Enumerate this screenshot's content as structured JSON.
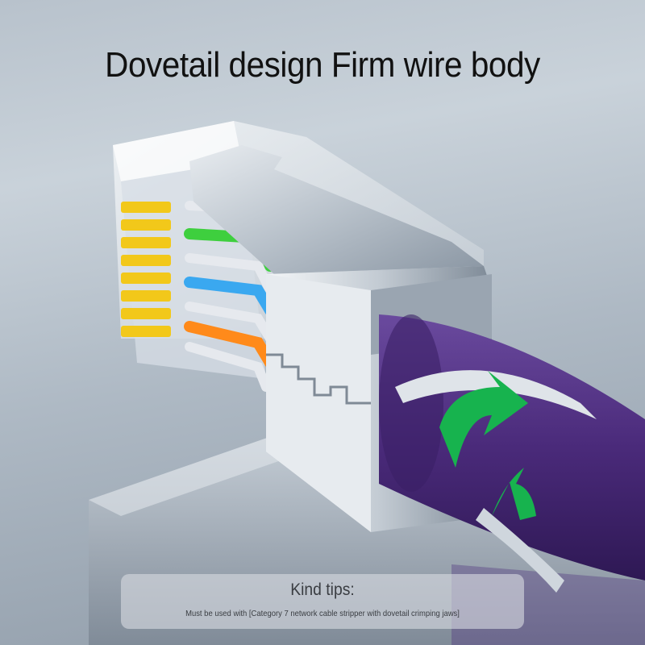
{
  "headline": "Dovetail design Firm wire body",
  "tips": {
    "title": "Kind tips:",
    "text": "Must be used with [Category 7 network cable stripper with dovetail crimping jaws]"
  },
  "colors": {
    "background": "#b8c2cc",
    "metal": "#cfd6dd",
    "cable": "#4a2a7a",
    "arrow": "#17b34e",
    "pins": "#f2c81a",
    "wire_green": "#3ecf3e",
    "wire_blue": "#3aa8f0",
    "wire_orange": "#ff8a1a"
  },
  "icons": [
    "rotate-arrow-icon"
  ]
}
